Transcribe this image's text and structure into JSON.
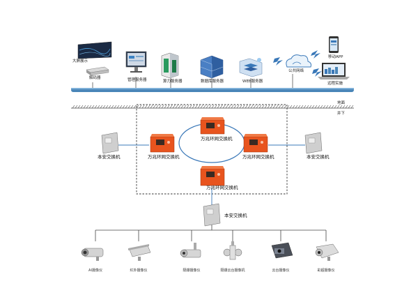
{
  "surface": {
    "big_screen": "大屏展示",
    "decoder": "解码器",
    "mgmt_server": "管理服务器",
    "compute_server": "算力服务器",
    "db_server": "数据库服务器",
    "web_server": "WEB服务器",
    "public_network": "公共网络",
    "mobile_app": "移动APP",
    "remote_access": "远程实施",
    "ground_label": "地面"
  },
  "underground": {
    "label": "井下",
    "ring_switch_top": "万兆环网交换机",
    "ring_switch_left": "万兆环网交换机",
    "ring_switch_right": "万兆环网交换机",
    "ring_switch_bottom": "万兆环网交换机",
    "safe_switch_left": "本安交换机",
    "safe_switch_right": "本安交换机",
    "safe_switch_center": "本安交换机"
  },
  "cameras": [
    {
      "label": "AI摄像仪"
    },
    {
      "label": "红外摄像仪"
    },
    {
      "label": "隔爆摄像仪"
    },
    {
      "label": "隔爆云台摄像机"
    },
    {
      "label": "云台摄像仪"
    },
    {
      "label": "彩超摄像仪"
    }
  ],
  "colors": {
    "backbone": "#4a86b8",
    "switch_orange": "#e8541e",
    "line_gray": "#555555",
    "ring_blue": "#3a78b8"
  }
}
